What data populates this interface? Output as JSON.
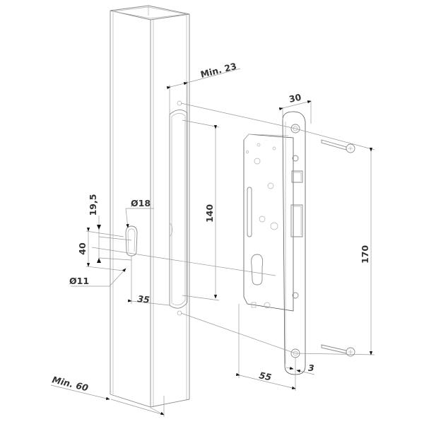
{
  "diagram": {
    "subject": "Mortise lock installation on square gate post",
    "components": [
      {
        "name": "square-post"
      },
      {
        "name": "face-plate-slot"
      },
      {
        "name": "euro-cylinder-cutout"
      },
      {
        "name": "mortise-lock-body"
      },
      {
        "name": "lock-face-plate"
      },
      {
        "name": "fixing-screw-top"
      },
      {
        "name": "fixing-screw-bottom"
      }
    ],
    "dimensions": {
      "min_23": "Min. 23",
      "d30": "30",
      "d140": "140",
      "d170": "170",
      "d19_5": "19,5",
      "d18": "Ø18",
      "d40": "40",
      "d11": "Ø11",
      "d35": "35",
      "d55": "55",
      "d3": "3",
      "min_60": "Min. 60"
    }
  }
}
